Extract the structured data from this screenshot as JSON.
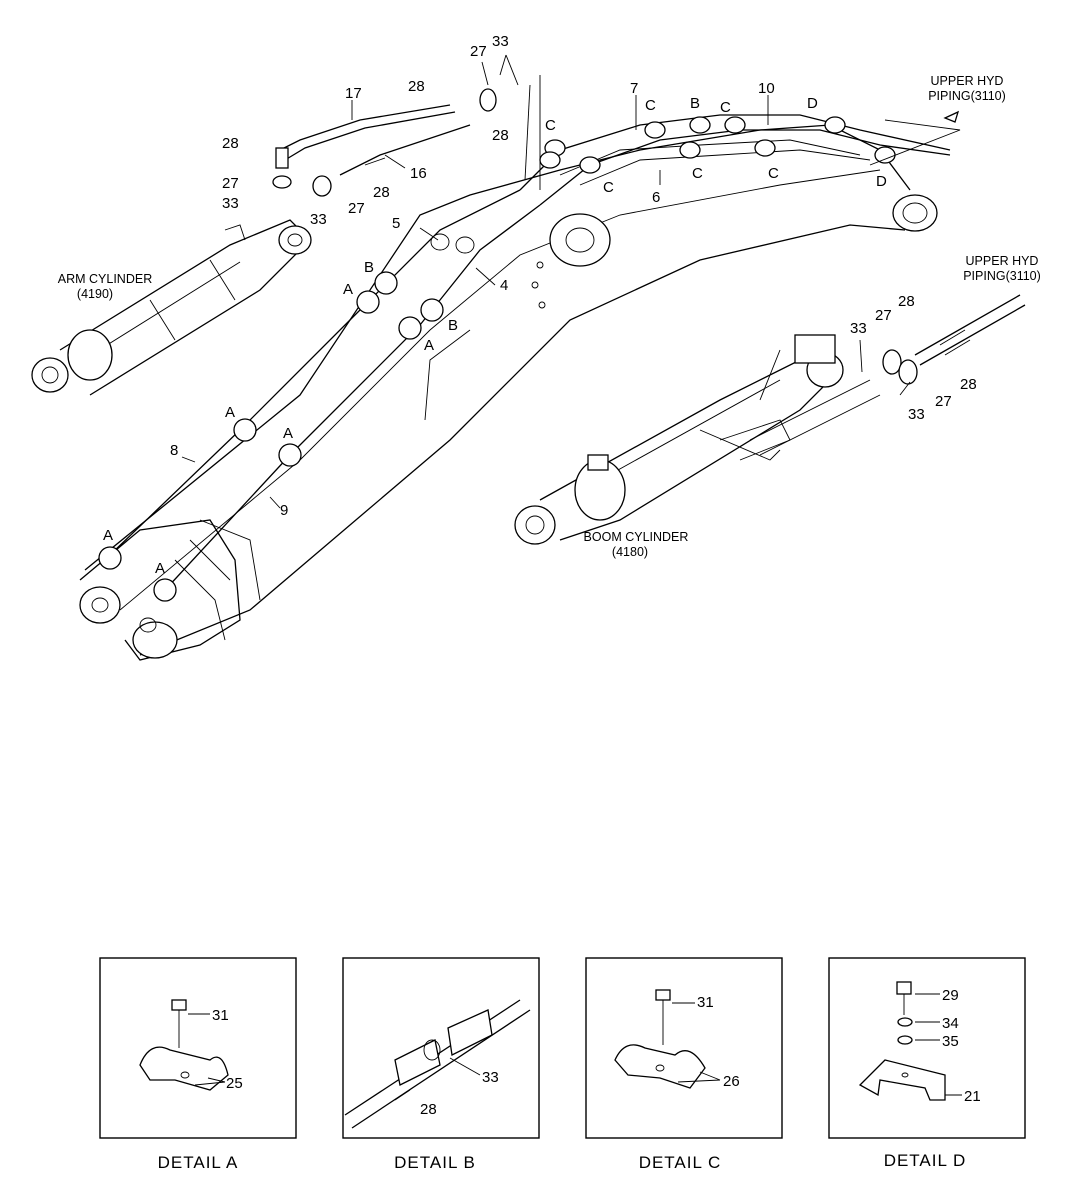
{
  "main_labels": {
    "arm_cylinder_1": "ARM CYLINDER",
    "arm_cylinder_2": "(4190)",
    "boom_cylinder_1": "BOOM CYLINDER",
    "boom_cylinder_2": "(4180)",
    "upper_hyd_top_1": "UPPER HYD",
    "upper_hyd_top_2": "PIPING(3110)",
    "upper_hyd_right_1": "UPPER HYD",
    "upper_hyd_right_2": "PIPING(3110)"
  },
  "callouts": {
    "n4": "4",
    "n5": "5",
    "n6": "6",
    "n7": "7",
    "n8": "8",
    "n9": "9",
    "n10": "10",
    "n16": "16",
    "n17": "17",
    "n27a": "27",
    "n27b": "27",
    "n27c": "27",
    "n27d": "27",
    "n27e": "27",
    "n28a": "28",
    "n28b": "28",
    "n28c": "28",
    "n28d": "28",
    "n28e": "28",
    "n28f": "28",
    "n33a": "33",
    "n33b": "33",
    "n33c": "33",
    "n33d": "33",
    "n33e": "33"
  },
  "detail_marks": {
    "A1": "A",
    "A2": "A",
    "A3": "A",
    "A4": "A",
    "A5": "A",
    "A6": "A",
    "B1": "B",
    "B2": "B",
    "B3": "B",
    "C1": "C",
    "C2": "C",
    "C3": "C",
    "C4": "C",
    "C5": "C",
    "C6": "C",
    "D1": "D",
    "D2": "D"
  },
  "details": [
    {
      "caption": "DETAIL  A",
      "parts": [
        "31",
        "25"
      ]
    },
    {
      "caption": "DETAIL  B",
      "parts": [
        "33",
        "28"
      ]
    },
    {
      "caption": "DETAIL  C",
      "parts": [
        "31",
        "26"
      ]
    },
    {
      "caption": "DETAIL  D",
      "parts": [
        "29",
        "34",
        "35",
        "21"
      ]
    }
  ]
}
